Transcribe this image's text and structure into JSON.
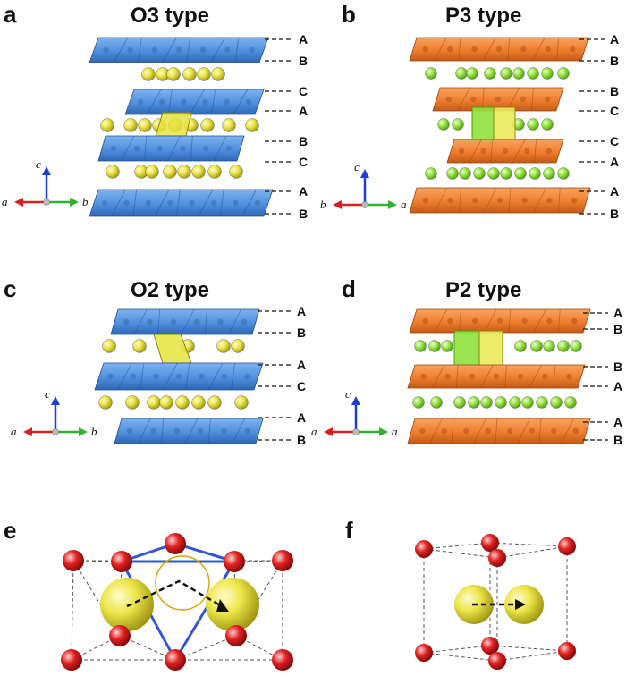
{
  "panels": [
    {
      "letter": "a",
      "title": "O3 type",
      "style": "blue",
      "labels": [
        "A",
        "B",
        "C",
        "A",
        "B",
        "C",
        "A",
        "B"
      ],
      "axes": {
        "up": "c",
        "left": "a",
        "right": "b"
      }
    },
    {
      "letter": "b",
      "title": "P3 type",
      "style": "orange",
      "labels": [
        "A",
        "B",
        "B",
        "C",
        "C",
        "A",
        "A",
        "B"
      ],
      "axes": {
        "up": "c",
        "left": "b",
        "right": "a"
      }
    },
    {
      "letter": "c",
      "title": "O2 type",
      "style": "blue",
      "labels": [
        "A",
        "B",
        "A",
        "C",
        "A",
        "B"
      ],
      "axes": {
        "up": "c",
        "left": "a",
        "right": "b"
      }
    },
    {
      "letter": "d",
      "title": "P2 type",
      "style": "orange",
      "labels": [
        "A",
        "B",
        "B",
        "A",
        "A",
        "B"
      ],
      "axes": {
        "up": "c",
        "left": "a",
        "right": "a"
      }
    },
    {
      "letter": "e"
    },
    {
      "letter": "f"
    }
  ],
  "colors": {
    "octahedron_blue": "#4f8fdc",
    "prism_orange": "#ee7d2f",
    "alkali_yellow": "#e9e34a",
    "alkali_green": "#8fe23c",
    "oxygen_red": "#e22222",
    "bond_blue": "#3555d6",
    "axis_c": "#1d3fd0",
    "axis_a": "#d42020",
    "axis_b": "#2fb32f"
  }
}
